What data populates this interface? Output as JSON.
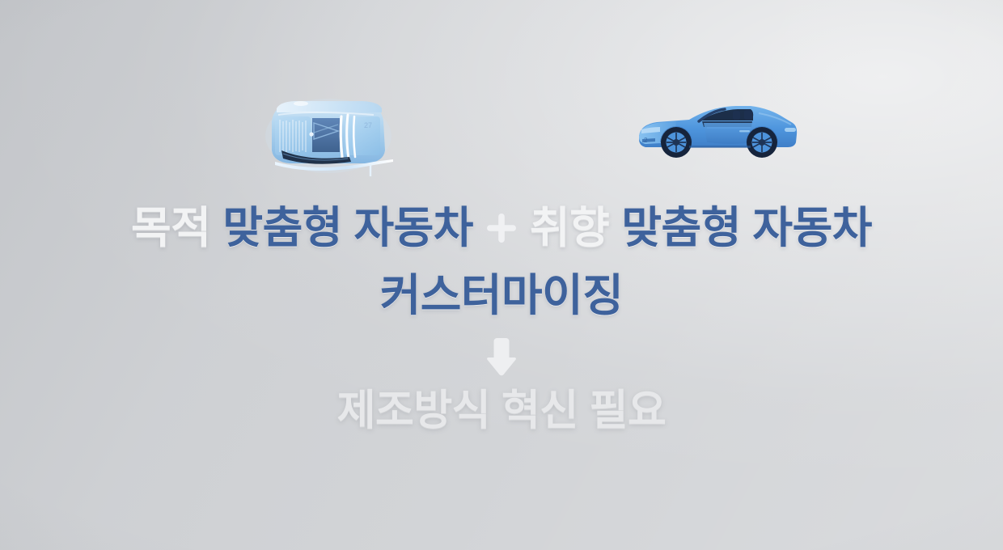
{
  "slide": {
    "background_color": "#d2d4d7",
    "accent_navy": "#3e629c",
    "accent_white": "#f2f3f4",
    "vehicle_blue": "#5aa3e0"
  },
  "vehicles": [
    {
      "name": "purpose-built-vehicle",
      "alt": "Purpose built vehicle van illustration",
      "badge": "27"
    },
    {
      "name": "sports-convertible-car",
      "alt": "Blue convertible sports car illustration",
      "badge": ""
    }
  ],
  "headline": {
    "segment_1_white": "목적",
    "segment_2_navy": "맞춤형 자동차",
    "plus_symbol": "+",
    "segment_3_white": "취향",
    "segment_4_navy": "맞춤형 자동차"
  },
  "customizing": {
    "label": "커스터마이징"
  },
  "arrow": {
    "name": "down-arrow",
    "direction": "down"
  },
  "conclusion": {
    "label": "제조방식 혁신 필요"
  }
}
